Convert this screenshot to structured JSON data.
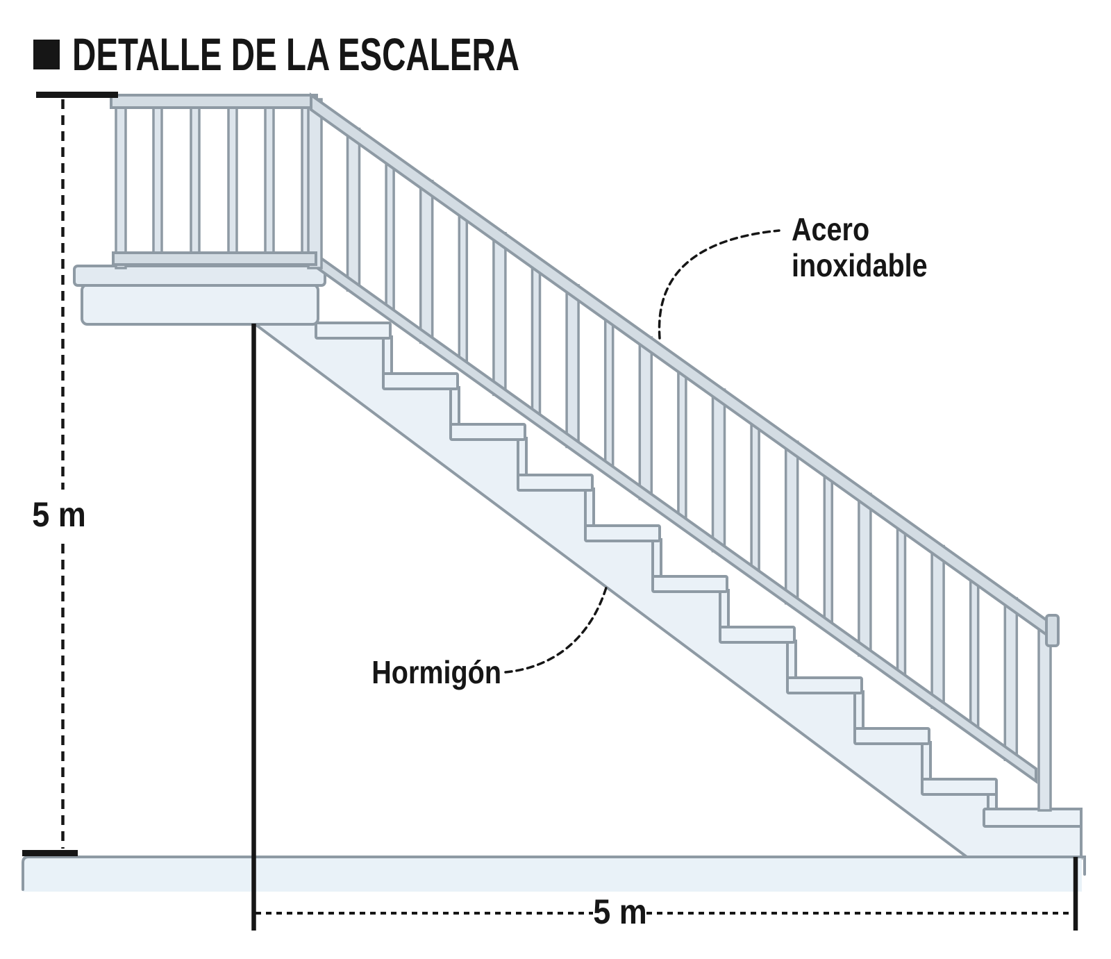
{
  "title": {
    "text": "DETALLE DE LA ESCALERA"
  },
  "labels": {
    "steel_full": "Acero inoxidable",
    "steel_line1": "Acero",
    "steel_line2": "inoxidable",
    "concrete": "Hormigón"
  },
  "dimensions": {
    "height": "5 m",
    "width": "5 m"
  },
  "colors": {
    "black": "#161616",
    "outline": "#8e9aa4",
    "metal-fill": "#dde5ec",
    "rail-fill": "#d3dce3",
    "concrete-fill": "#eaf1f7",
    "slab-fill": "#e9f2f8",
    "platform-fill": "#e2eaf1"
  }
}
